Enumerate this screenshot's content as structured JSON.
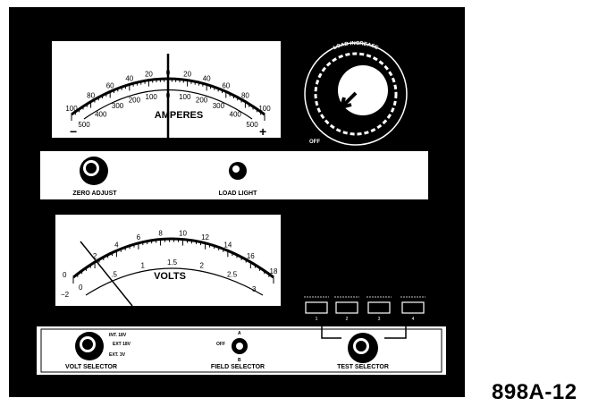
{
  "figure_code": "898A-12",
  "ammeter": {
    "title": "AMPERES",
    "outer_scale": [
      "100",
      "80",
      "60",
      "40",
      "20",
      "0",
      "20",
      "40",
      "60",
      "80",
      "100"
    ],
    "inner_scale": [
      "500",
      "400",
      "300",
      "200",
      "100",
      "0",
      "100",
      "200",
      "300",
      "400",
      "500"
    ],
    "minus_sign": "−",
    "plus_sign": "+"
  },
  "voltmeter": {
    "title": "VOLTS",
    "top_scale": [
      "2",
      "4",
      "6",
      "8",
      "10",
      "12",
      "14",
      "16",
      "18"
    ],
    "mid_scale": [
      ".5",
      "1",
      "1.5",
      "2",
      "2.5"
    ],
    "left_scale": [
      "0",
      "−2"
    ],
    "inner_bottom": [
      "0",
      "3"
    ],
    "left_label": "0"
  },
  "load_control": {
    "arc_label": "LOAD INCREASE",
    "off_label": "OFF"
  },
  "upper_strip": {
    "zero_adjust_label": "ZERO ADJUST",
    "load_light_label": "LOAD LIGHT"
  },
  "indicator_lamps": {
    "labels": [
      "",
      "",
      "",
      ""
    ],
    "numbers": [
      "1",
      "2",
      "3",
      "4"
    ]
  },
  "lower_strip": {
    "volt_positions": [
      "INT. 18V",
      "EXT 18V",
      "EXT. 3V"
    ],
    "volt_selector_label": "VOLT SELECTOR",
    "field_positions": [
      "OFF",
      "A",
      "B"
    ],
    "field_selector_label": "FIELD SELECTOR",
    "test_selector_label": "TEST SELECTOR"
  }
}
